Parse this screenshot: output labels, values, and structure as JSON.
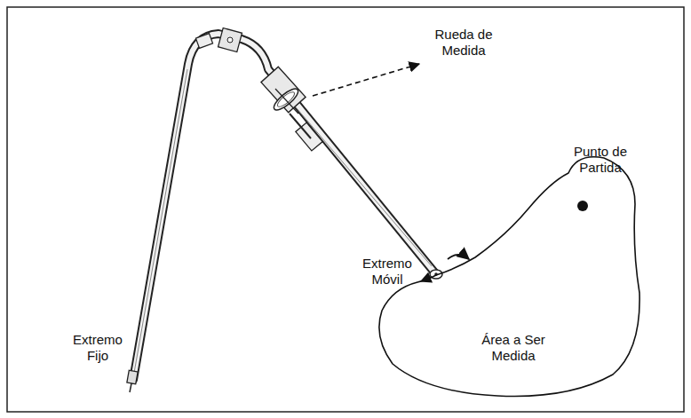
{
  "diagram": {
    "nodes": [
      {
        "text": [
          "Área a Ser Medida"
        ]
      }
    ],
    "labels": [
      "Rueda de Medida",
      "Punto de Partida",
      "Extremo Móvil",
      "Extremo Fijo"
    ]
  }
}
